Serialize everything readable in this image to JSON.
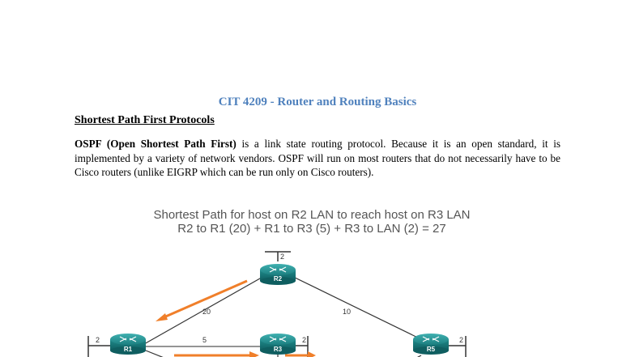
{
  "document": {
    "title": "CIT 4209 - Router and Routing Basics",
    "section_heading": "Shortest Path First Protocols",
    "paragraph": {
      "bold_lead": "OSPF (Open Shortest Path First)",
      "text": " is a link state routing protocol. Because it is an open standard, it is implemented by a variety of network vendors. OSPF will run on most routers that do not necessarily have to be Cisco routers (unlike EIGRP which can be run only on Cisco routers)."
    }
  },
  "figure": {
    "caption_line1": "Shortest Path for host on R2 LAN to reach host on R3 LAN",
    "caption_line2": "R2 to R1 (20) + R1 to R3 (5) + R3 to LAN (2) = 27",
    "routers": [
      {
        "name": "R2",
        "lan_cost": "2"
      },
      {
        "name": "R1",
        "lan_cost": "2"
      },
      {
        "name": "R3",
        "lan_cost": "2"
      },
      {
        "name": "R5",
        "lan_cost": "2"
      }
    ],
    "links": [
      {
        "from": "R2",
        "to": "R1",
        "cost": "20"
      },
      {
        "from": "R2",
        "to": "R5",
        "cost": "10"
      },
      {
        "from": "R1",
        "to": "R3",
        "cost": "5"
      }
    ],
    "colors": {
      "router": "#1f8a8a",
      "path_arrow": "#f07f2a",
      "title": "#4f81bd"
    }
  }
}
